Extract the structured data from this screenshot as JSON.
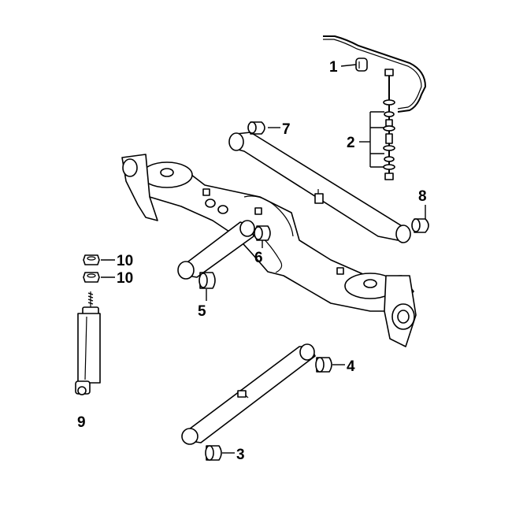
{
  "callouts": {
    "c1": "1",
    "c2": "2",
    "c3": "3",
    "c4": "4",
    "c5": "5",
    "c6": "6",
    "c7": "7",
    "c8": "8",
    "c9": "9",
    "c10a": "10",
    "c10b": "10"
  },
  "colors": {
    "line": "#000000",
    "background": "#ffffff"
  }
}
